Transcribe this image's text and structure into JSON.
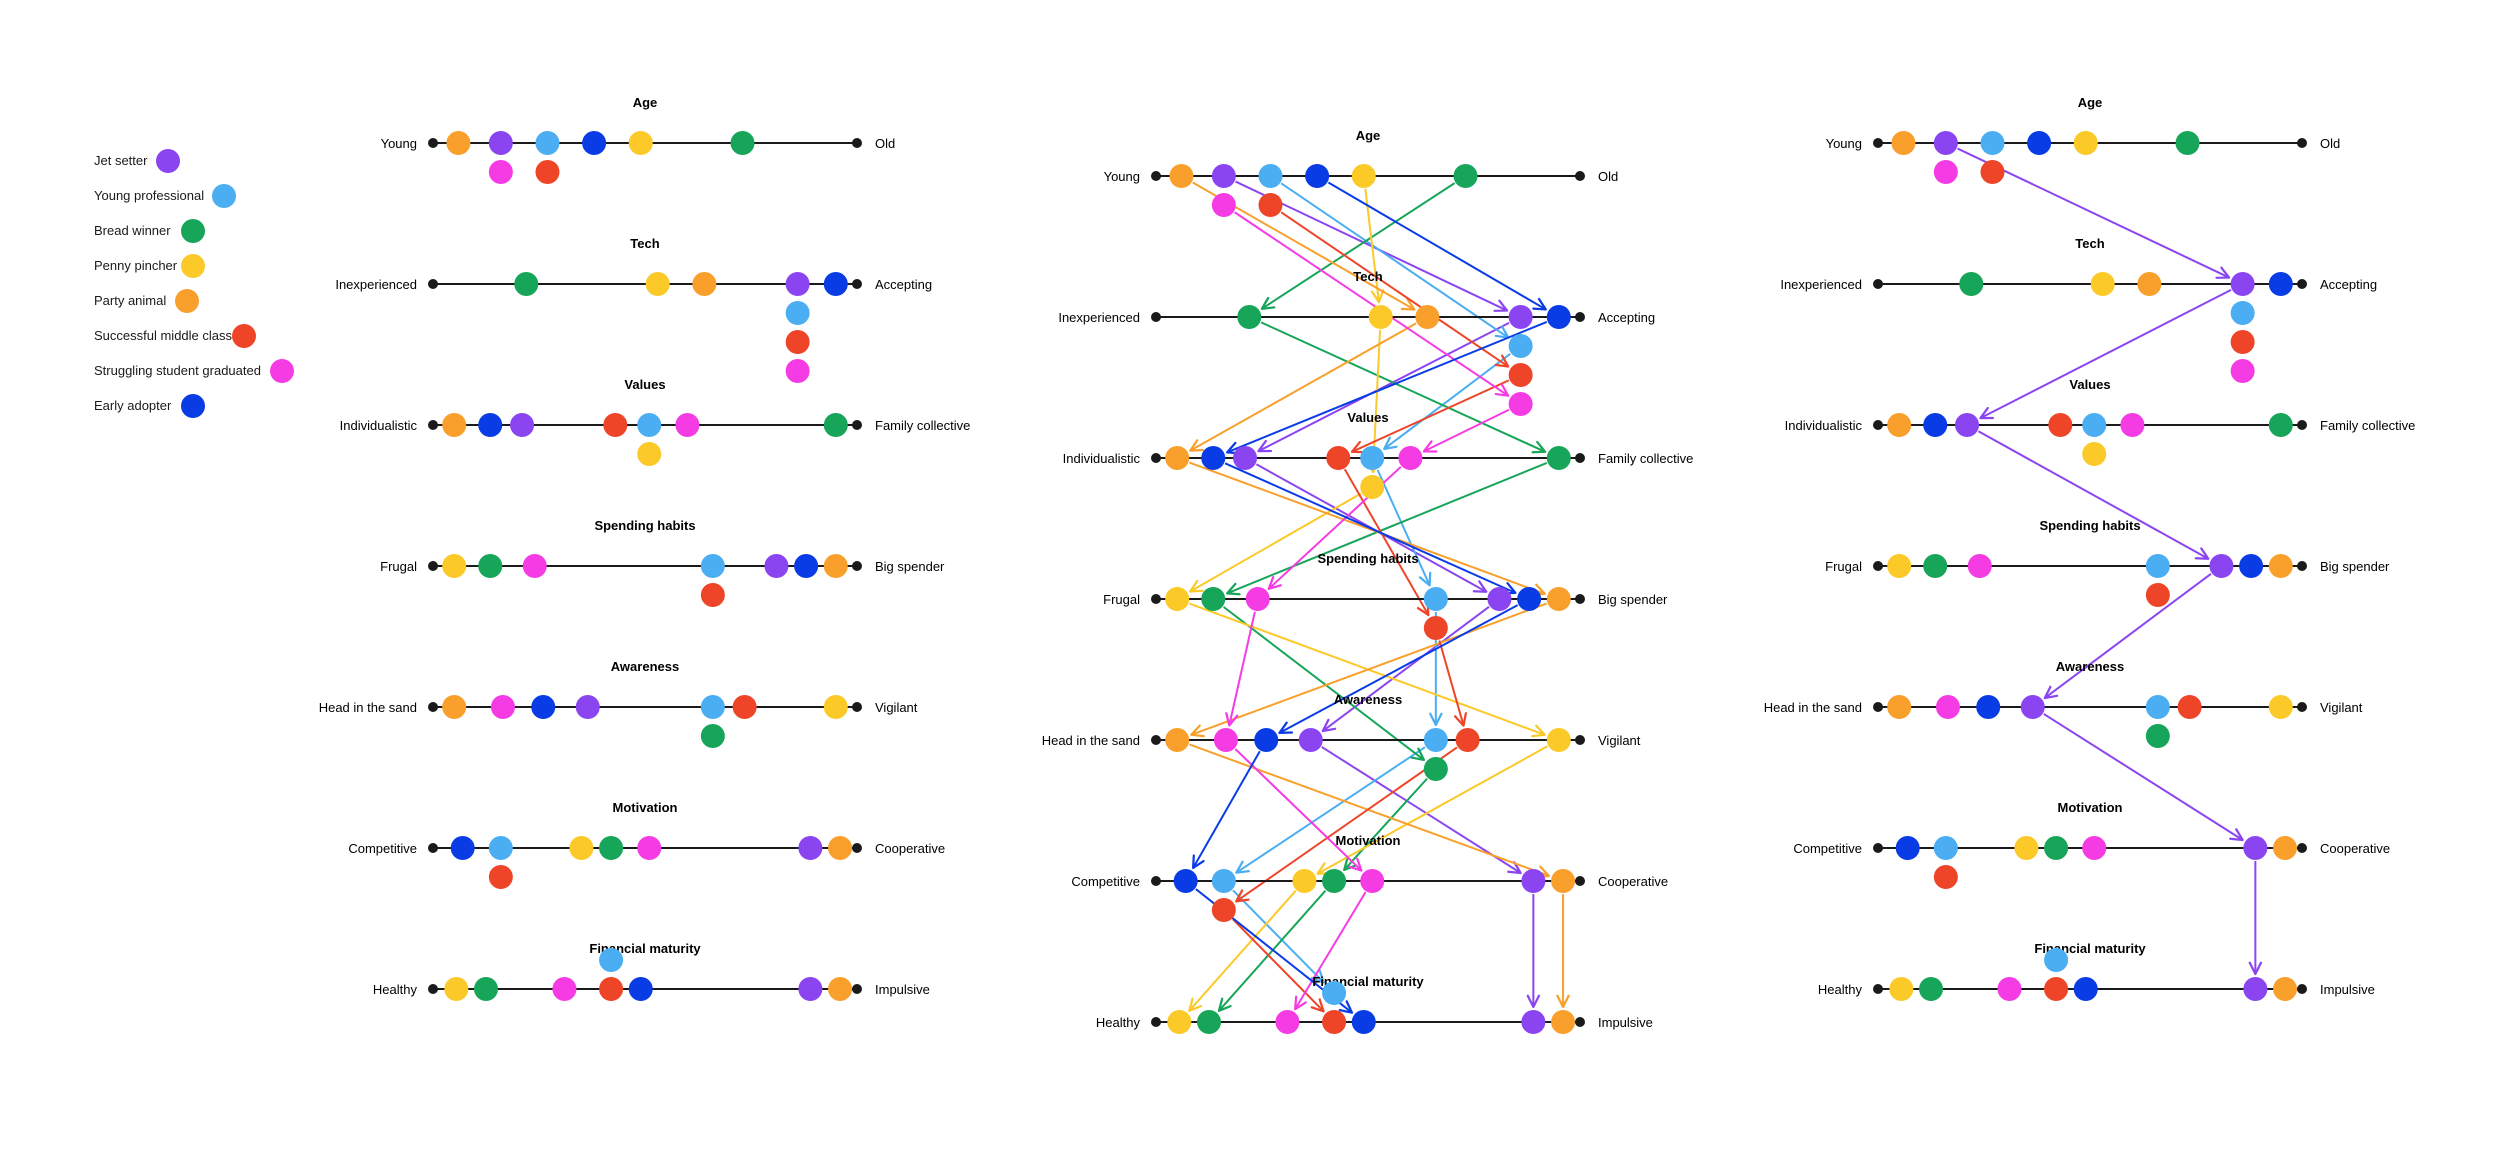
{
  "legend": [
    {
      "key": "jet",
      "label": "Jet setter",
      "color": "#8B45F0"
    },
    {
      "key": "yp",
      "label": "Young professional",
      "color": "#4BAEF2"
    },
    {
      "key": "bw",
      "label": "Bread winner",
      "color": "#16A559"
    },
    {
      "key": "pp",
      "label": "Penny pincher",
      "color": "#FBC928"
    },
    {
      "key": "pa",
      "label": "Party animal",
      "color": "#F9A02C"
    },
    {
      "key": "smc",
      "label": "Successful middle class",
      "color": "#EE4528"
    },
    {
      "key": "ssg",
      "label": "Struggling student graduated",
      "color": "#F53BE3"
    },
    {
      "key": "ea",
      "label": "Early adopter",
      "color": "#0A3CE6"
    }
  ],
  "axes": [
    {
      "title": "Age",
      "left": "Young",
      "right": "Old"
    },
    {
      "title": "Tech",
      "left": "Inexperienced",
      "right": "Accepting"
    },
    {
      "title": "Values",
      "left": "Individualistic",
      "right": "Family collective"
    },
    {
      "title": "Spending habits",
      "left": "Frugal",
      "right": "Big spender"
    },
    {
      "title": "Awareness",
      "left": "Head in the sand",
      "right": "Vigilant"
    },
    {
      "title": "Motivation",
      "left": "Competitive",
      "right": "Cooperative"
    },
    {
      "title": "Financial maturity",
      "left": "Healthy",
      "right": "Impulsive"
    }
  ],
  "positions": [
    [
      {
        "p": "pa",
        "x": 0.06,
        "r": 0
      },
      {
        "p": "jet",
        "x": 0.16,
        "r": 0
      },
      {
        "p": "ssg",
        "x": 0.16,
        "r": 1
      },
      {
        "p": "yp",
        "x": 0.27,
        "r": 0
      },
      {
        "p": "smc",
        "x": 0.27,
        "r": 1
      },
      {
        "p": "ea",
        "x": 0.38,
        "r": 0
      },
      {
        "p": "pp",
        "x": 0.49,
        "r": 0
      },
      {
        "p": "bw",
        "x": 0.73,
        "r": 0
      }
    ],
    [
      {
        "p": "bw",
        "x": 0.22,
        "r": 0
      },
      {
        "p": "pp",
        "x": 0.53,
        "r": 0
      },
      {
        "p": "pa",
        "x": 0.64,
        "r": 0
      },
      {
        "p": "jet",
        "x": 0.86,
        "r": 0
      },
      {
        "p": "yp",
        "x": 0.86,
        "r": 1
      },
      {
        "p": "smc",
        "x": 0.86,
        "r": 2
      },
      {
        "p": "ssg",
        "x": 0.86,
        "r": 3
      },
      {
        "p": "ea",
        "x": 0.95,
        "r": 0
      }
    ],
    [
      {
        "p": "pa",
        "x": 0.05,
        "r": 0
      },
      {
        "p": "ea",
        "x": 0.135,
        "r": 0
      },
      {
        "p": "jet",
        "x": 0.21,
        "r": 0
      },
      {
        "p": "smc",
        "x": 0.43,
        "r": 0
      },
      {
        "p": "yp",
        "x": 0.51,
        "r": 0
      },
      {
        "p": "pp",
        "x": 0.51,
        "r": 1
      },
      {
        "p": "ssg",
        "x": 0.6,
        "r": 0
      },
      {
        "p": "bw",
        "x": 0.95,
        "r": 0
      }
    ],
    [
      {
        "p": "pp",
        "x": 0.05,
        "r": 0
      },
      {
        "p": "bw",
        "x": 0.135,
        "r": 0
      },
      {
        "p": "ssg",
        "x": 0.24,
        "r": 0
      },
      {
        "p": "yp",
        "x": 0.66,
        "r": 0
      },
      {
        "p": "smc",
        "x": 0.66,
        "r": 1
      },
      {
        "p": "jet",
        "x": 0.81,
        "r": 0
      },
      {
        "p": "ea",
        "x": 0.88,
        "r": 0
      },
      {
        "p": "pa",
        "x": 0.95,
        "r": 0
      }
    ],
    [
      {
        "p": "pa",
        "x": 0.05,
        "r": 0
      },
      {
        "p": "ssg",
        "x": 0.165,
        "r": 0
      },
      {
        "p": "ea",
        "x": 0.26,
        "r": 0
      },
      {
        "p": "jet",
        "x": 0.365,
        "r": 0
      },
      {
        "p": "yp",
        "x": 0.66,
        "r": 0
      },
      {
        "p": "bw",
        "x": 0.66,
        "r": 1
      },
      {
        "p": "smc",
        "x": 0.735,
        "r": 0
      },
      {
        "p": "pp",
        "x": 0.95,
        "r": 0
      }
    ],
    [
      {
        "p": "ea",
        "x": 0.07,
        "r": 0
      },
      {
        "p": "yp",
        "x": 0.16,
        "r": 0
      },
      {
        "p": "smc",
        "x": 0.16,
        "r": 1
      },
      {
        "p": "pp",
        "x": 0.35,
        "r": 0
      },
      {
        "p": "bw",
        "x": 0.42,
        "r": 0
      },
      {
        "p": "ssg",
        "x": 0.51,
        "r": 0
      },
      {
        "p": "jet",
        "x": 0.89,
        "r": 0
      },
      {
        "p": "pa",
        "x": 0.96,
        "r": 0
      }
    ],
    [
      {
        "p": "pp",
        "x": 0.055,
        "r": 0
      },
      {
        "p": "bw",
        "x": 0.125,
        "r": 0
      },
      {
        "p": "ssg",
        "x": 0.31,
        "r": 0
      },
      {
        "p": "smc",
        "x": 0.42,
        "r": 0
      },
      {
        "p": "yp",
        "x": 0.42,
        "r": -1
      },
      {
        "p": "ea",
        "x": 0.49,
        "r": 0
      },
      {
        "p": "jet",
        "x": 0.89,
        "r": 0
      },
      {
        "p": "pa",
        "x": 0.96,
        "r": 0
      }
    ]
  ],
  "highlight_persona": "jet"
}
